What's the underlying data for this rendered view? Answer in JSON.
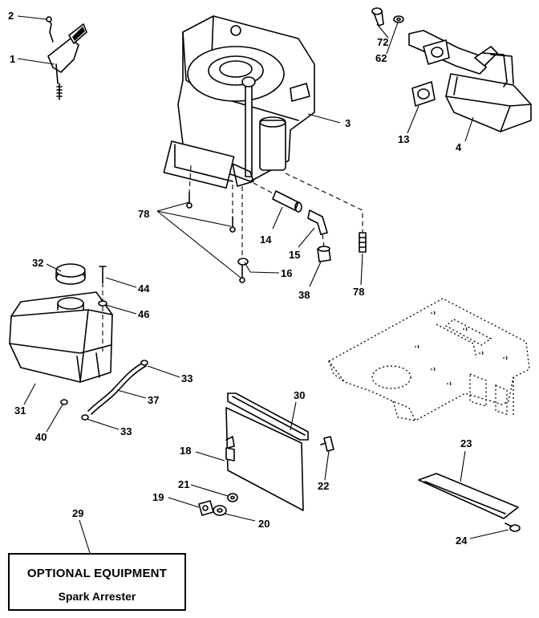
{
  "callouts": {
    "c1": "1",
    "c2": "2",
    "c3": "3",
    "c4": "4",
    "c13": "13",
    "c14": "14",
    "c15": "15",
    "c16": "16",
    "c18": "18",
    "c19": "19",
    "c20": "20",
    "c21": "21",
    "c22": "22",
    "c23": "23",
    "c24": "24",
    "c29": "29",
    "c30": "30",
    "c31": "31",
    "c32": "32",
    "c33a": "33",
    "c33b": "33",
    "c37": "37",
    "c38": "38",
    "c40": "40",
    "c44": "44",
    "c46": "46",
    "c62": "62",
    "c72": "72",
    "c78a": "78",
    "c78b": "78"
  },
  "optional_box": {
    "title": "OPTIONAL EQUIPMENT",
    "subtitle": "Spark Arrester"
  }
}
